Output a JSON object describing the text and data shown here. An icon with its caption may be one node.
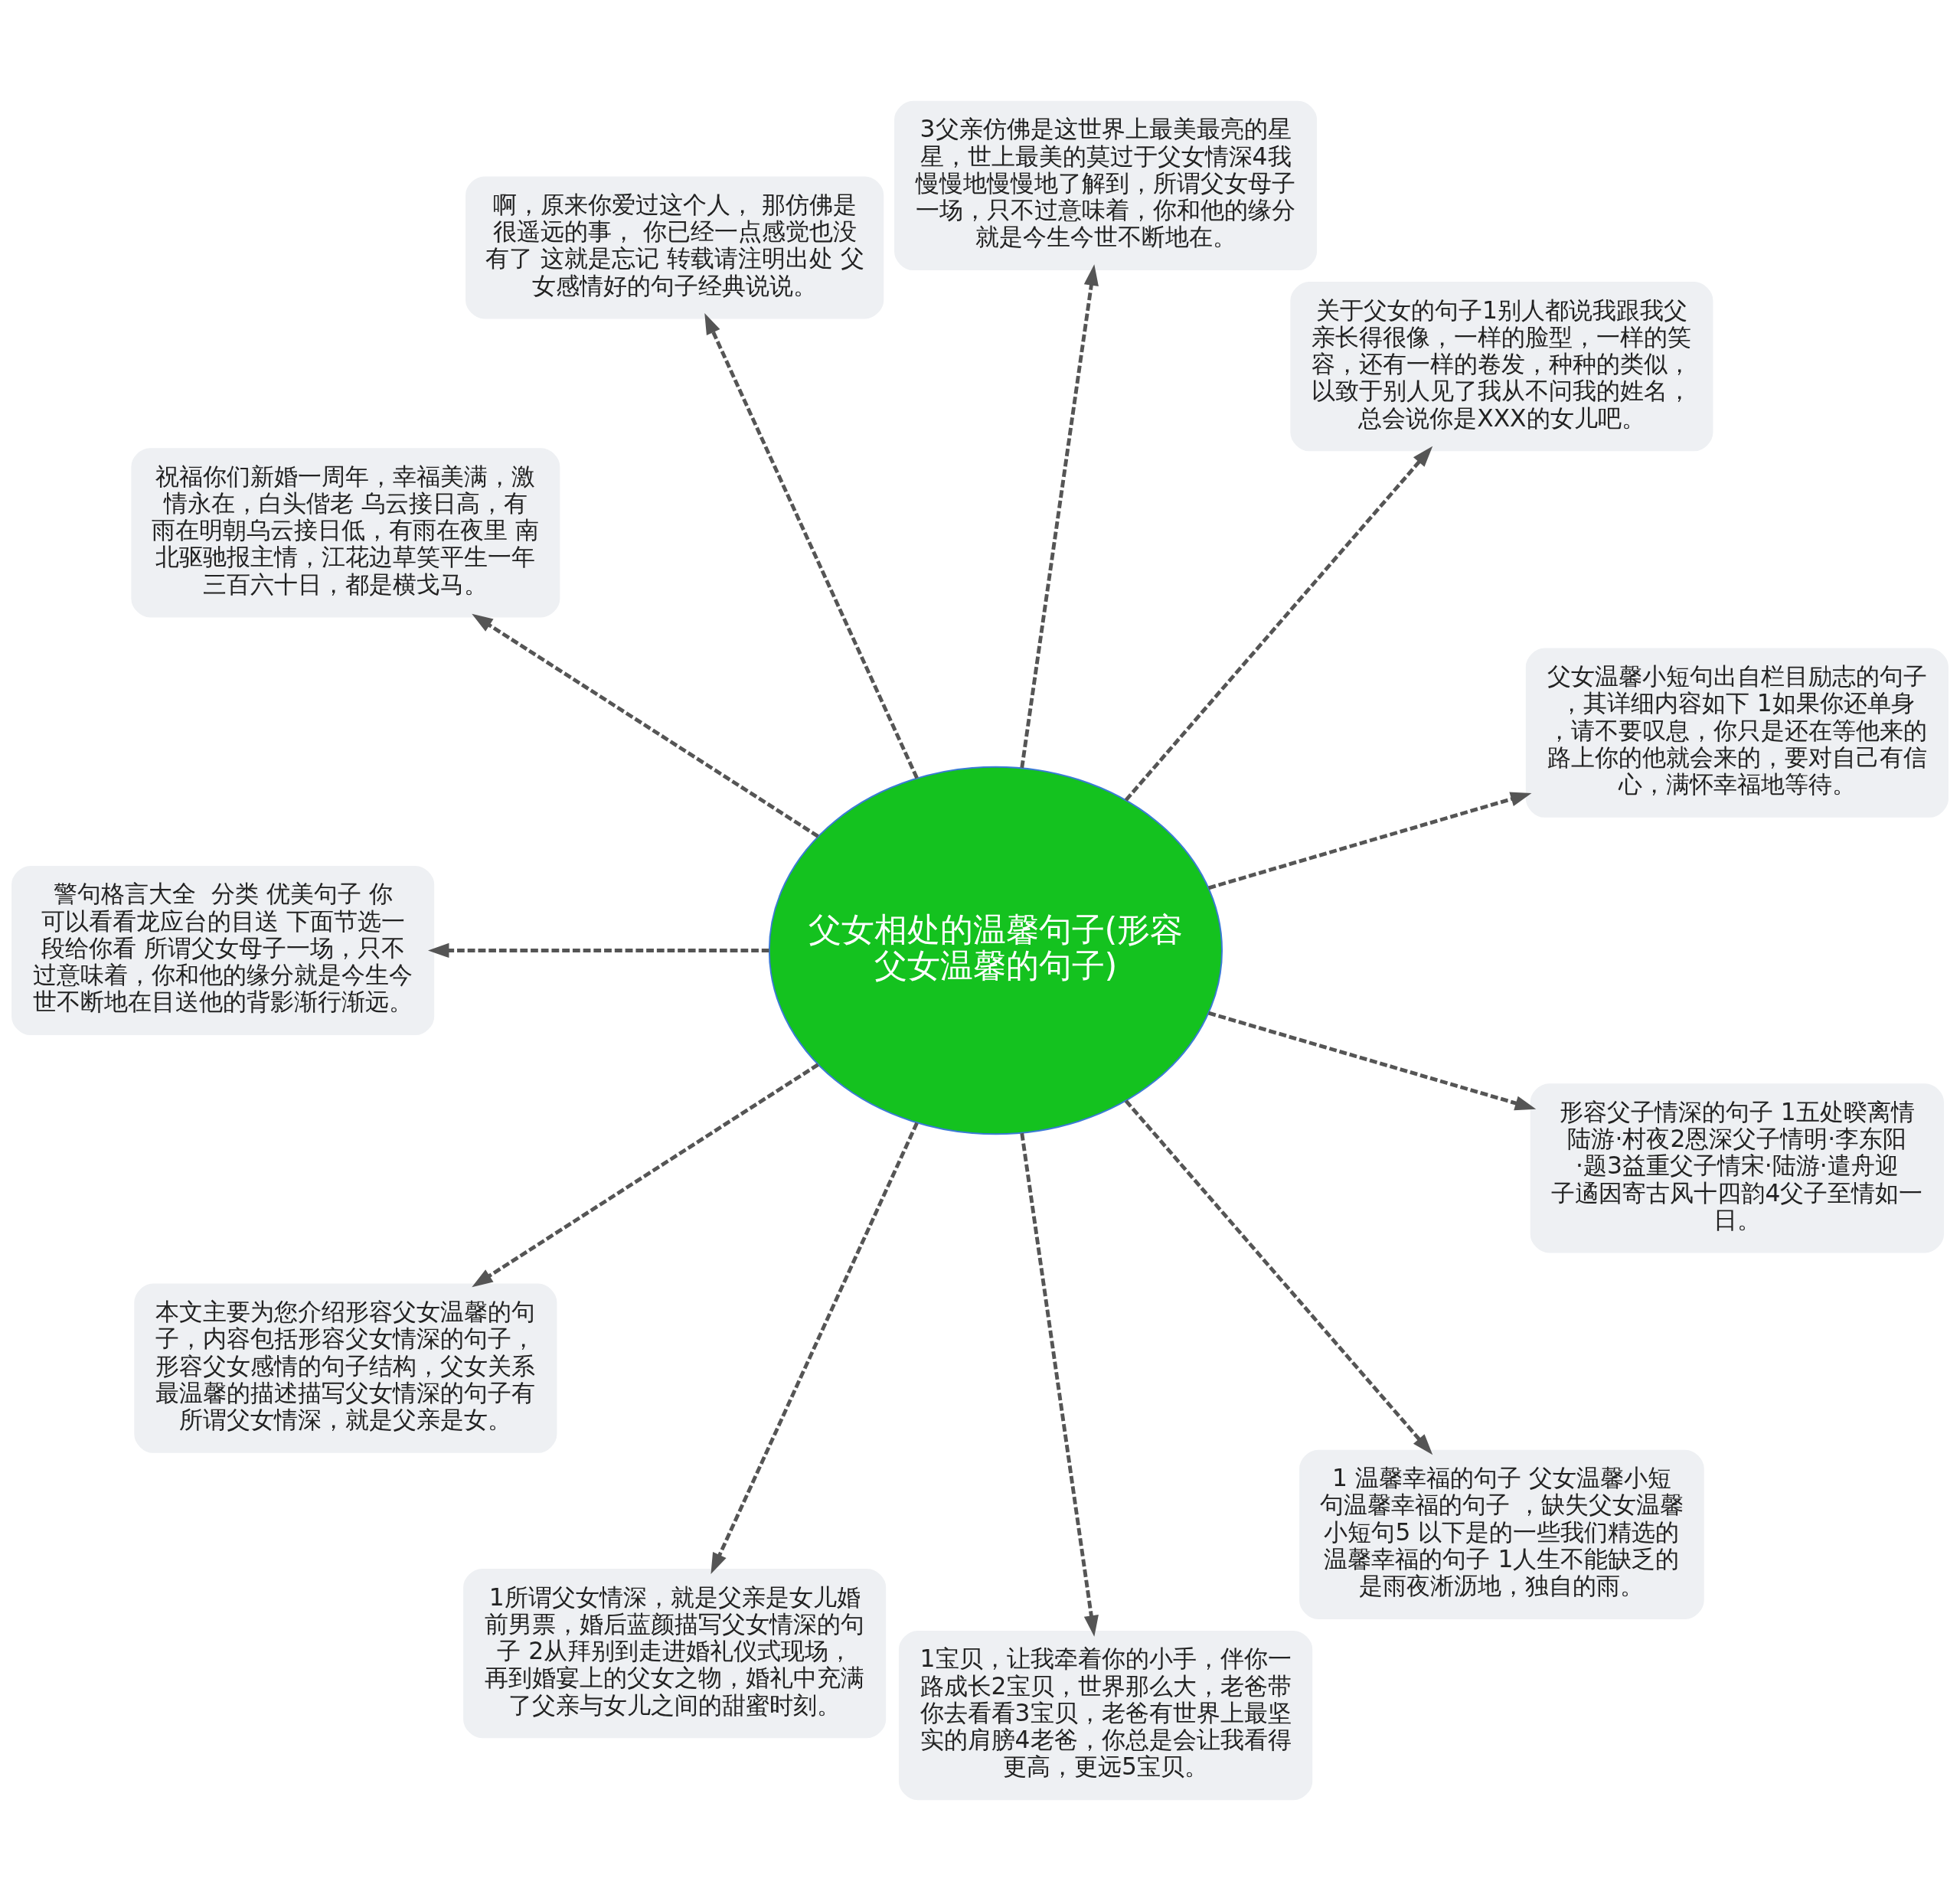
{
  "diagram": {
    "nodes": [
      {
        "text": [
          "父女相处的温馨句子(形容父女温馨的句子)"
        ]
      },
      {
        "text": [
          "父女温馨小短句出自栏目励志的句子，其详细内容如下 1如果你还单身，请不要叹息，你只是还在等他来的路上你的他就会来的，要对自己有信心，满怀幸福地等待。"
        ]
      },
      {
        "text": [
          "关于父女的句子1别人都说我跟我父亲长得很像，一样的脸型，一样的笑容，还有一样的卷发，种种的类似，以致于别人见了我从不问我的姓名，总会说你是XXX的女儿吧。"
        ]
      },
      {
        "text": [
          "3父亲仿佛是这世界上最美最亮的星星，世上最美的莫过于父女情深4我慢慢地慢慢地了解到，所谓父女母子一场，只不过意味着，你和他的缘分就是今生今世不断地在。"
        ]
      },
      {
        "text": [
          "啊，原来你爱过这个人， 那仿佛是很遥远的事， 你已经一点感觉也没有了 这就是忘记 转载请注明出处 父女感情好的句子经典说说。"
        ]
      },
      {
        "text": [
          "祝福你们新婚一周年，幸福美满，激情永在，白头偕老 乌云接日高，有雨在明朝乌云接日低，有雨在夜里 南北驱驰报主情，江花边草笑平生一年三百六十日，都是横戈马。"
        ]
      },
      {
        "text": [
          "警句格言大全  分类 优美句子 你可以看看龙应台的目送 下面节选一段给你看 所谓父女母子一场，只不过意味着，你和他的缘分就是今生今世不断地在目送他的背影渐行渐远。"
        ]
      },
      {
        "text": [
          "本文主要为您介绍形容父女温馨的句子，内容包括形容父女情深的句子，形容父女感情的句子结构，父女关系最温馨的描述描写父女情深的句子有所谓父女情深，就是父亲是女。"
        ]
      },
      {
        "text": [
          "1所谓父女情深，就是父亲是女儿婚前男票，婚后蓝颜描写父女情深的句子 2从拜别到走进婚礼仪式现场，再到婚宴上的父女之物，婚礼中充满了父亲与女儿之间的甜蜜时刻。"
        ]
      },
      {
        "text": [
          "1宝贝，让我牵着你的小手，伴你一路成长2宝贝，世界那么大，老爸带你去看看3宝贝，老爸有世界上最坚实的肩膀4老爸，你总是会让我看得更高，更远5宝贝。"
        ]
      },
      {
        "text": [
          "1 温馨幸福的句子 父女温馨小短句温馨幸福的句子 ，缺失父女温馨小短句5 以下是的一些我们精选的温馨幸福的句子 1人生不能缺乏的是雨夜淅沥地，独自的雨。"
        ]
      },
      {
        "text": [
          "形容父子情深的句子 1五处暌离情陆游·村夜2恩深父子情明·李东阳·题3益重父子情宋·陆游·遣舟迎子遹因寄古风十四韵4父子至情如一日。"
        ]
      }
    ],
    "edges": [
      {
        "from": 0,
        "to": 1,
        "arrow": "to",
        "style": "dashed"
      },
      {
        "from": 0,
        "to": 2,
        "arrow": "to",
        "style": "dashed"
      },
      {
        "from": 0,
        "to": 3,
        "arrow": "to",
        "style": "dashed"
      },
      {
        "from": 0,
        "to": 4,
        "arrow": "to",
        "style": "dashed"
      },
      {
        "from": 0,
        "to": 5,
        "arrow": "to",
        "style": "dashed"
      },
      {
        "from": 0,
        "to": 6,
        "arrow": "to",
        "style": "dashed"
      },
      {
        "from": 0,
        "to": 7,
        "arrow": "to",
        "style": "dashed"
      },
      {
        "from": 0,
        "to": 8,
        "arrow": "to",
        "style": "dashed"
      },
      {
        "from": 0,
        "to": 9,
        "arrow": "to",
        "style": "dashed"
      },
      {
        "from": 0,
        "to": 10,
        "arrow": "to",
        "style": "dashed"
      },
      {
        "from": 0,
        "to": 11,
        "arrow": "to",
        "style": "dashed"
      }
    ]
  }
}
